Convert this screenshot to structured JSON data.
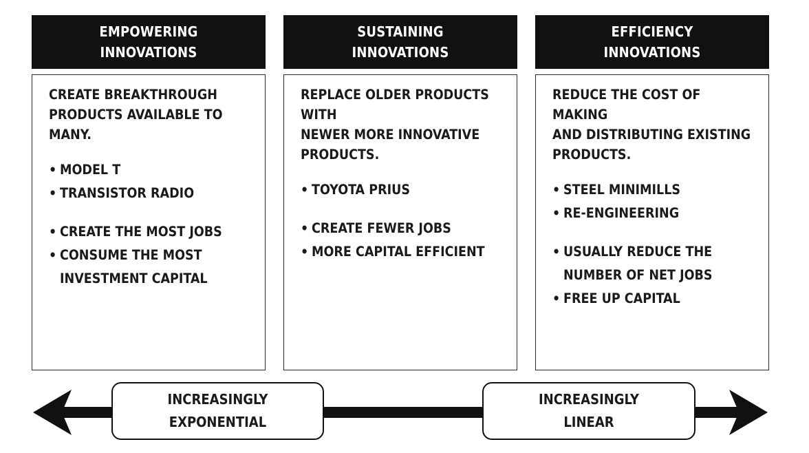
{
  "columns": [
    {
      "header": "EMPOWERING\nINNOVATIONS",
      "description": "CREATE BREAKTHROUGH\nPRODUCTS AVAILABLE TO MANY.",
      "examples": [
        "MODEL T",
        "TRANSISTOR RADIO"
      ],
      "effects": [
        "CREATE THE MOST JOBS",
        "CONSUME THE MOST\nINVESTMENT CAPITAL"
      ]
    },
    {
      "header": "SUSTAINING\nINNOVATIONS",
      "description": "REPLACE OLDER PRODUCTS WITH\nNEWER MORE INNOVATIVE\nPRODUCTS.",
      "examples": [
        "TOYOTA PRIUS"
      ],
      "effects": [
        "CREATE FEWER JOBS",
        "MORE CAPITAL EFFICIENT"
      ]
    },
    {
      "header": "EFFICIENCY\nINNOVATIONS",
      "description": "REDUCE THE COST OF MAKING\nAND DISTRIBUTING EXISTING\nPRODUCTS.",
      "examples": [
        "STEEL MINIMILLS",
        "RE-ENGINEERING"
      ],
      "effects": [
        "USUALLY REDUCE THE\nNUMBER OF NET JOBS",
        "FREE UP CAPITAL"
      ]
    }
  ],
  "bullet_glyph": "•",
  "scale": {
    "left_label": "INCREASINGLY\nEXPONENTIAL",
    "right_label": "INCREASINGLY\nLINEAR"
  },
  "colors": {
    "header_bg": "#111111",
    "header_text": "#ffffff",
    "border": "#2a2a2a"
  }
}
